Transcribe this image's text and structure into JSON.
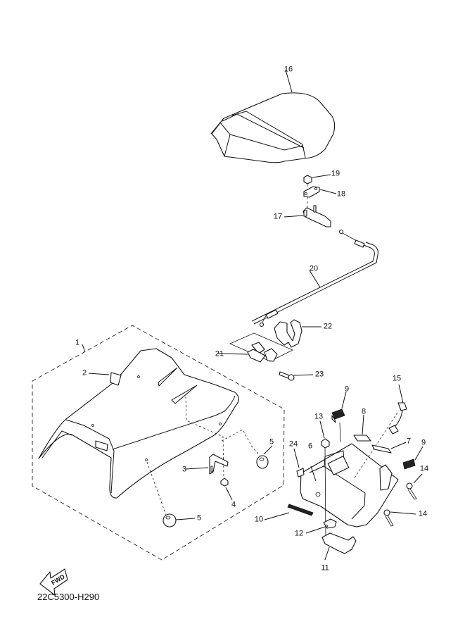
{
  "diagram": {
    "title_code": "22C5300-H290",
    "fwd_label": "FWD",
    "callouts": [
      {
        "id": "1",
        "text": "1"
      },
      {
        "id": "2",
        "text": "2"
      },
      {
        "id": "3",
        "text": "3"
      },
      {
        "id": "4",
        "text": "4"
      },
      {
        "id": "5a",
        "text": "5"
      },
      {
        "id": "5b",
        "text": "5"
      },
      {
        "id": "6",
        "text": "6"
      },
      {
        "id": "7",
        "text": "7"
      },
      {
        "id": "8",
        "text": "8"
      },
      {
        "id": "9a",
        "text": "9"
      },
      {
        "id": "9b",
        "text": "9"
      },
      {
        "id": "10",
        "text": "10"
      },
      {
        "id": "11",
        "text": "11"
      },
      {
        "id": "12",
        "text": "12"
      },
      {
        "id": "13",
        "text": "13"
      },
      {
        "id": "14a",
        "text": "14"
      },
      {
        "id": "14b",
        "text": "14"
      },
      {
        "id": "15",
        "text": "15"
      },
      {
        "id": "16",
        "text": "16"
      },
      {
        "id": "17",
        "text": "17"
      },
      {
        "id": "18",
        "text": "18"
      },
      {
        "id": "19",
        "text": "19"
      },
      {
        "id": "20",
        "text": "20"
      },
      {
        "id": "21",
        "text": "21"
      },
      {
        "id": "22",
        "text": "22"
      },
      {
        "id": "23",
        "text": "23"
      },
      {
        "id": "24",
        "text": "24"
      }
    ]
  }
}
